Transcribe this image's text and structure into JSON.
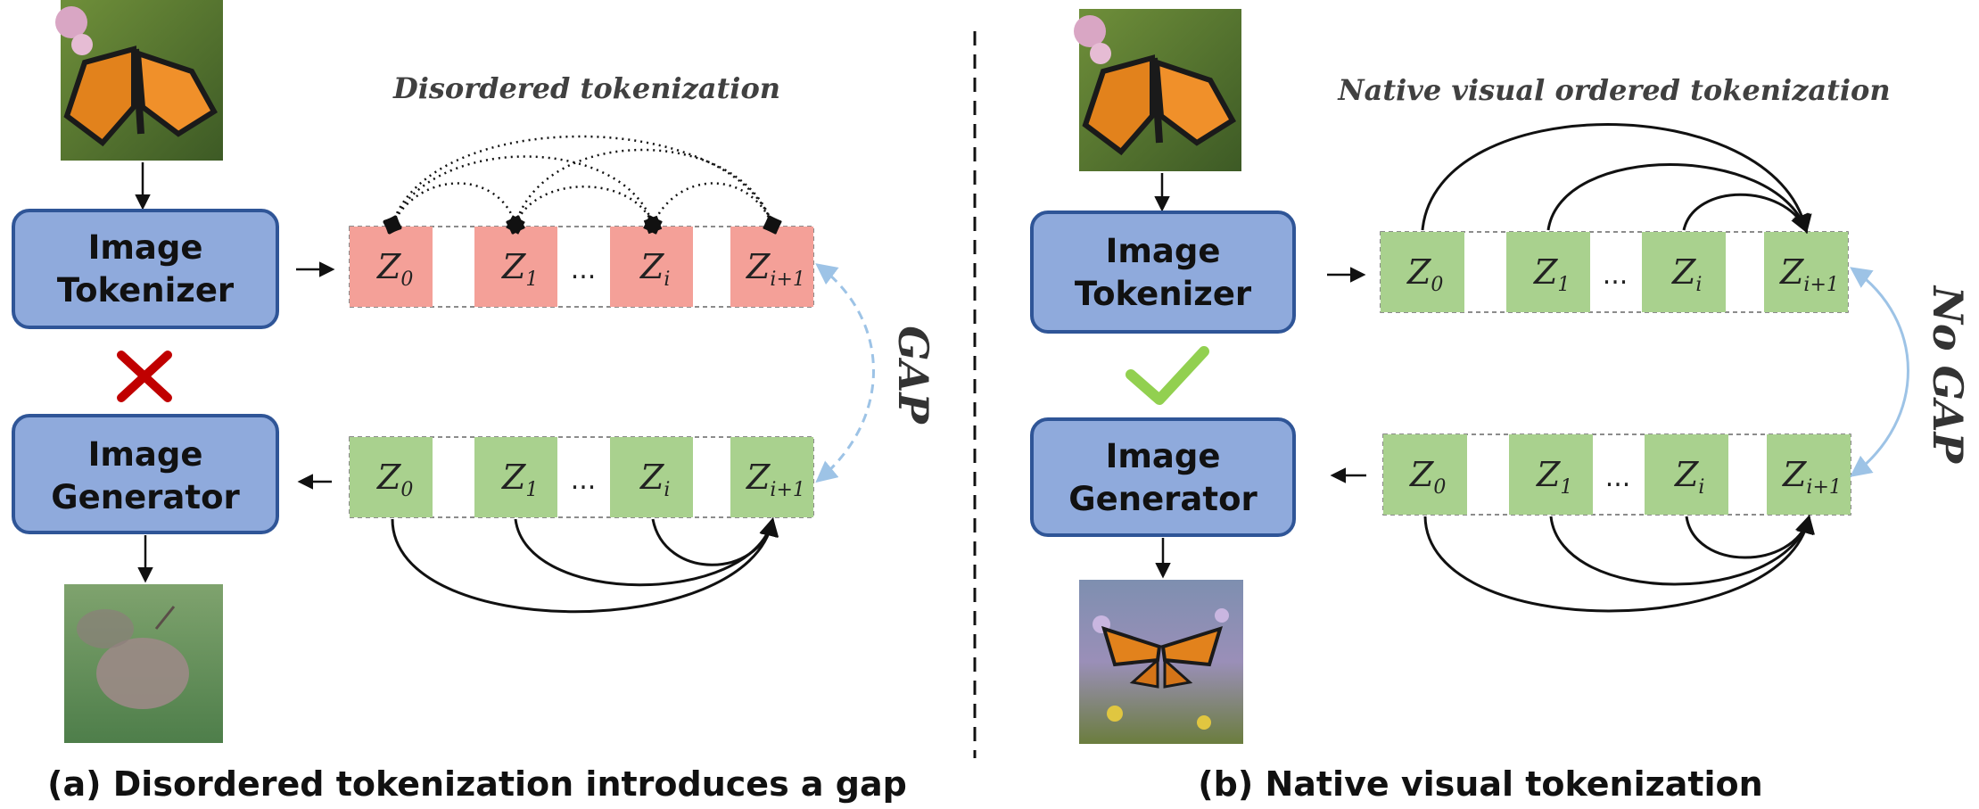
{
  "colors": {
    "box_fill": "#8faadc",
    "box_stroke": "#2f5597",
    "token_red": "#f4a098",
    "token_green": "#a9d18e",
    "gap_arrow": "#9dc3e6",
    "cross": "#c00000",
    "check": "#92d050"
  },
  "left": {
    "header": "Disordered  tokenization",
    "tokenizer": [
      "Image",
      "Tokenizer"
    ],
    "generator": [
      "Image",
      "Generator"
    ],
    "gap_label": "GAP",
    "caption": "(a) Disordered tokenization introduces a gap",
    "top_tokens": [
      {
        "base": "Z",
        "sub": "0"
      },
      {
        "base": "Z",
        "sub": "1"
      },
      {
        "base": "Z",
        "sub": "i"
      },
      {
        "base": "Z",
        "sub": "i+1"
      }
    ],
    "bottom_tokens": [
      {
        "base": "Z",
        "sub": "0"
      },
      {
        "base": "Z",
        "sub": "1"
      },
      {
        "base": "Z",
        "sub": "i"
      },
      {
        "base": "Z",
        "sub": "i+1"
      }
    ],
    "ellipsis": "...",
    "status_icon": "cross-icon"
  },
  "right": {
    "header": "Native visual ordered tokenization",
    "tokenizer": [
      "Image",
      "Tokenizer"
    ],
    "generator": [
      "Image",
      "Generator"
    ],
    "gap_label": "No GAP",
    "caption": "(b) Native visual tokenization",
    "top_tokens": [
      {
        "base": "Z",
        "sub": "0"
      },
      {
        "base": "Z",
        "sub": "1"
      },
      {
        "base": "Z",
        "sub": "i"
      },
      {
        "base": "Z",
        "sub": "i+1"
      }
    ],
    "bottom_tokens": [
      {
        "base": "Z",
        "sub": "0"
      },
      {
        "base": "Z",
        "sub": "1"
      },
      {
        "base": "Z",
        "sub": "i"
      },
      {
        "base": "Z",
        "sub": "i+1"
      }
    ],
    "ellipsis": "...",
    "status_icon": "check-icon"
  }
}
